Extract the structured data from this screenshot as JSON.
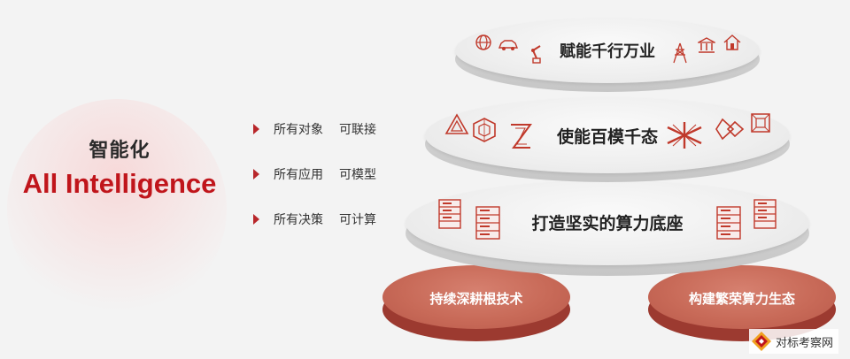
{
  "left": {
    "title": "智能化",
    "subtitle": "All Intelligence"
  },
  "bullets": [
    {
      "a": "所有对象",
      "b": "可联接"
    },
    {
      "a": "所有应用",
      "b": "可模型"
    },
    {
      "a": "所有决策",
      "b": "可计算"
    }
  ],
  "layers": {
    "top": "赋能千行万业",
    "middle": "使能百模千态",
    "bottom": "打造坚实的算力底座"
  },
  "bases": {
    "left": "持续深耕根技术",
    "right": "构建繁荣算力生态"
  },
  "watermark": {
    "text": "对标考察网"
  },
  "colors": {
    "accent": "#c0151b",
    "base_red": "#c86a58",
    "icon_red": "#c0392b"
  },
  "icons": {
    "top_layer": [
      "globe-icon",
      "car-icon",
      "robot-arm-icon",
      "power-tower-icon",
      "bank-icon",
      "home-icon"
    ],
    "middle_layer": [
      "cube-triangle-icon",
      "cube-icon",
      "cube-z-icon",
      "cube-cross-icon",
      "cube-rings-icon",
      "cube-frame-icon"
    ],
    "bottom_layer": [
      "server-rack-icon",
      "server-rack-icon",
      "server-rack-icon",
      "server-rack-icon"
    ]
  }
}
